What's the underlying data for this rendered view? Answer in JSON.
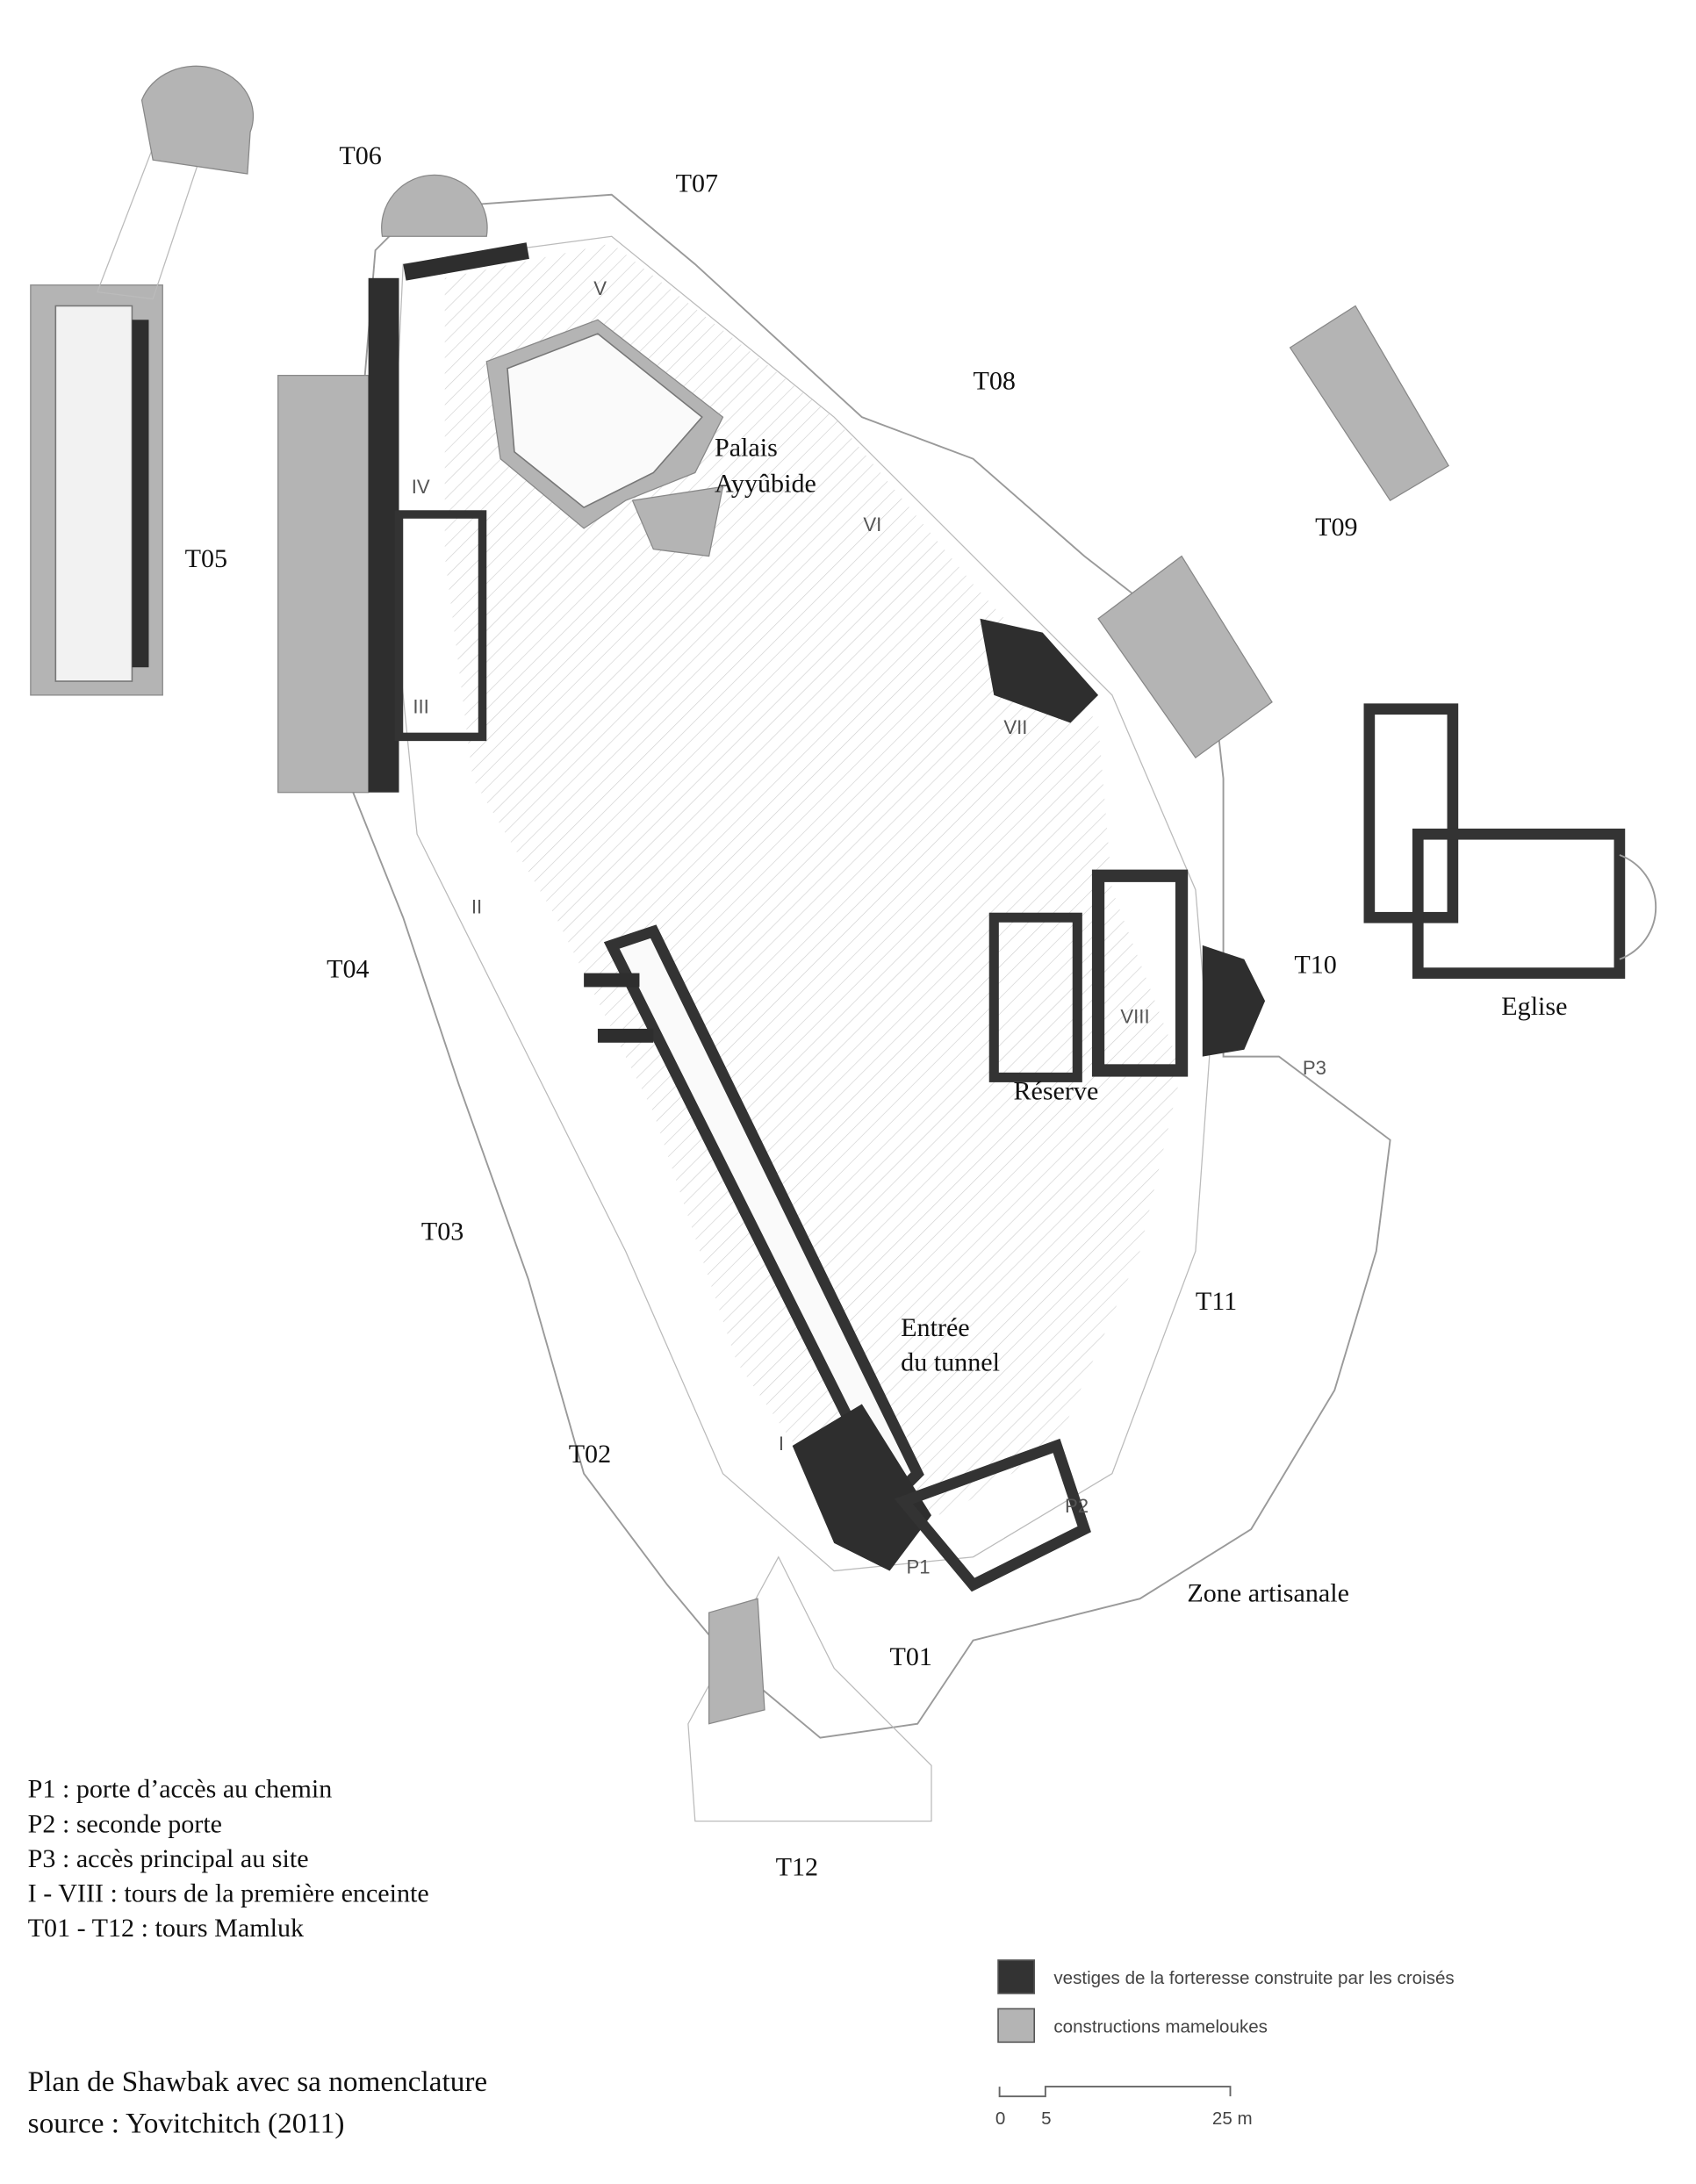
{
  "map": {
    "tower_labels": {
      "T01": "T01",
      "T02": "T02",
      "T03": "T03",
      "T04": "T04",
      "T05": "T05",
      "T06": "T06",
      "T07": "T07",
      "T08": "T08",
      "T09": "T09",
      "T10": "T10",
      "T11": "T11",
      "T12": "T12"
    },
    "roman_labels": {
      "I": "I",
      "II": "II",
      "III": "III",
      "IV": "IV",
      "V": "V",
      "VI": "VI",
      "VII": "VII",
      "VIII": "VIII"
    },
    "gate_labels": {
      "P1": "P1",
      "P2": "P2",
      "P3": "P3"
    },
    "place_labels": {
      "palais_line1": "Palais",
      "palais_line2": "Ayyûbide",
      "eglise": "Eglise",
      "reserve": "Réserve",
      "tunnel_line1": "Entrée",
      "tunnel_line2": "du tunnel",
      "zone": "Zone artisanale"
    }
  },
  "nomenclature": [
    "P1 : porte d’accès au chemin",
    "P2 : seconde porte",
    "P3 : accès principal au site",
    "I - VIII : tours de la première enceinte",
    "T01 - T12 : tours Mamluk"
  ],
  "legend": {
    "items": [
      {
        "label": "vestiges de la forteresse construite par les croisés",
        "color": "#333333"
      },
      {
        "label": "constructions mameloukes",
        "color": "#b4b4b4"
      }
    ],
    "scale": {
      "ticks": [
        "0",
        "5",
        "25 m"
      ]
    }
  },
  "caption": {
    "line1": "Plan de Shawbak avec sa nomenclature",
    "line2": "source : Yovitchitch (2011)"
  }
}
